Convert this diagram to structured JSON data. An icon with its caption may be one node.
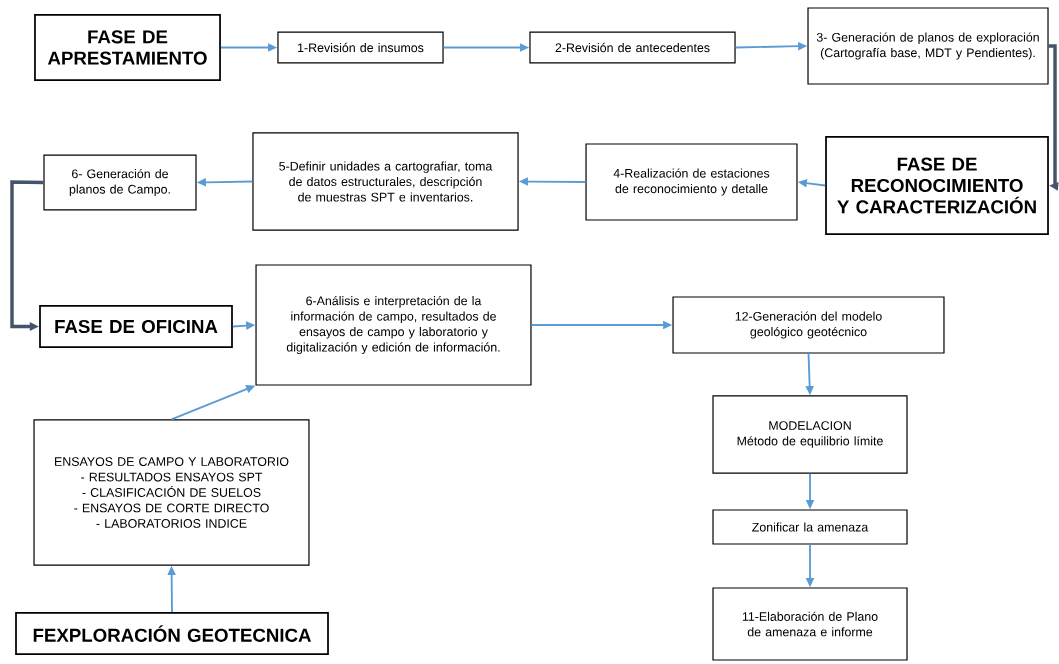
{
  "diagram": {
    "nodes": [
      {
        "text": [
          "FASE DE APRESTAMIENTO"
        ]
      },
      {
        "text": [
          "1-Revisión de insumos"
        ]
      },
      {
        "text": [
          "2-Revisión de antecedentes"
        ]
      },
      {
        "text": [
          "3- Generación de planos de exploración (Cartografía base, MDT y Pendientes)."
        ]
      },
      {
        "text": [
          "FASE DE RECONOCIMIENTO Y CARACTERIZACIÓN"
        ]
      },
      {
        "text": [
          "4-Realización de estaciones de reconocimiento y detalle"
        ]
      },
      {
        "text": [
          "5-Definir unidades a cartografiar, toma de datos estructurales, descripción de muestras SPT e inventarios."
        ]
      },
      {
        "text": [
          "6- Generación de planos de Campo."
        ]
      },
      {
        "text": [
          "FASE DE OFICINA"
        ]
      },
      {
        "text": [
          "6-Análisis e interpretación de la información de campo, resultados de ensayos de campo y laboratorio y digitalización y edición de información."
        ]
      },
      {
        "text": [
          "12-Generación del modelo geológico geotécnico"
        ]
      },
      {
        "text": [
          "MODELACION",
          "Método de equilibrio límite"
        ]
      },
      {
        "text": [
          "Zonificar la amenaza"
        ]
      },
      {
        "text": [
          "11-Elaboración de Plano de amenaza e informe"
        ]
      },
      {
        "text": [
          "ENSAYOS DE CAMPO Y LABORATORIO",
          "- RESULTADOS ENSAYOS SPT",
          "- CLASIFICACIÓN DE SUELOS",
          "- ENSAYOS DE CORTE DIRECTO",
          "- LABORATORIOS INDICE"
        ]
      },
      {
        "text": [
          "FEXPLORACIÓN GEOTECNICA"
        ]
      }
    ],
    "edges": [
      {
        "from": 0,
        "to": 1,
        "arrow": "to"
      },
      {
        "from": 1,
        "to": 2,
        "arrow": "to"
      },
      {
        "from": 2,
        "to": 3,
        "arrow": "to"
      },
      {
        "from": 3,
        "to": 4,
        "arrow": "to",
        "style": "thick",
        "color": "#44546a"
      },
      {
        "from": 4,
        "to": 5,
        "arrow": "to"
      },
      {
        "from": 5,
        "to": 6,
        "arrow": "to"
      },
      {
        "from": 6,
        "to": 7,
        "arrow": "to"
      },
      {
        "from": 7,
        "to": 8,
        "arrow": "to",
        "style": "thick",
        "color": "#44546a"
      },
      {
        "from": 8,
        "to": 9,
        "arrow": "to"
      },
      {
        "from": 9,
        "to": 10,
        "arrow": "to"
      },
      {
        "from": 10,
        "to": 11,
        "arrow": "to"
      },
      {
        "from": 11,
        "to": 12,
        "arrow": "to"
      },
      {
        "from": 12,
        "to": 13,
        "arrow": "to"
      },
      {
        "from": 14,
        "to": 9,
        "arrow": "to"
      },
      {
        "from": 15,
        "to": 14,
        "arrow": "to"
      }
    ]
  }
}
